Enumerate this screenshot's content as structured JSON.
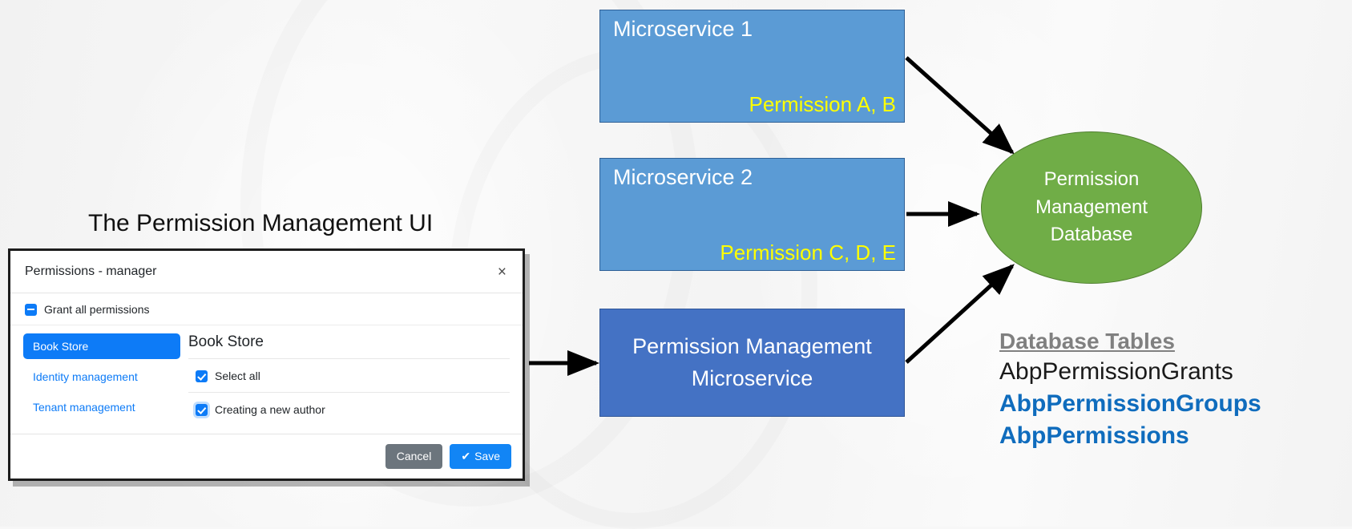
{
  "caption": {
    "ui_label": "The Permission Management  UI"
  },
  "diagram": {
    "microservice1": {
      "title": "Microservice 1",
      "permissions": "Permission A, B"
    },
    "microservice2": {
      "title": "Microservice 2",
      "permissions": "Permission C, D, E"
    },
    "permission_microservice": {
      "title": "Permission Management\nMicroservice"
    },
    "database": {
      "title": "Permission\nManagement\nDatabase"
    },
    "colors": {
      "microservice_fill": "#5b9bd5",
      "microservice_border": "#2f6096",
      "permission_service_fill": "#4472c4",
      "database_fill": "#70ad47",
      "permission_text": "#ffff00",
      "table_link": "#0f6cbd",
      "table_heading": "#808080",
      "arrow": "#000000"
    }
  },
  "db_tables": {
    "heading": "Database Tables",
    "items": [
      {
        "name": "AbpPermissionGrants",
        "style": "plain"
      },
      {
        "name": "AbpPermissionGroups",
        "style": "blue"
      },
      {
        "name": "AbpPermissions",
        "style": "blue"
      }
    ]
  },
  "modal": {
    "title": "Permissions - manager",
    "close_icon": "close-icon",
    "grant_all": {
      "label": "Grant all permissions",
      "state": "indeterminate"
    },
    "groups": [
      {
        "label": "Book Store",
        "active": true
      },
      {
        "label": "Identity management",
        "active": false
      },
      {
        "label": "Tenant management",
        "active": false
      }
    ],
    "pane": {
      "title": "Book Store",
      "permissions": [
        {
          "label": "Select all",
          "checked": true
        },
        {
          "label": "Creating a new author",
          "checked": true
        }
      ]
    },
    "footer": {
      "cancel_label": "Cancel",
      "save_label": "Save",
      "save_icon": "check-icon"
    }
  }
}
